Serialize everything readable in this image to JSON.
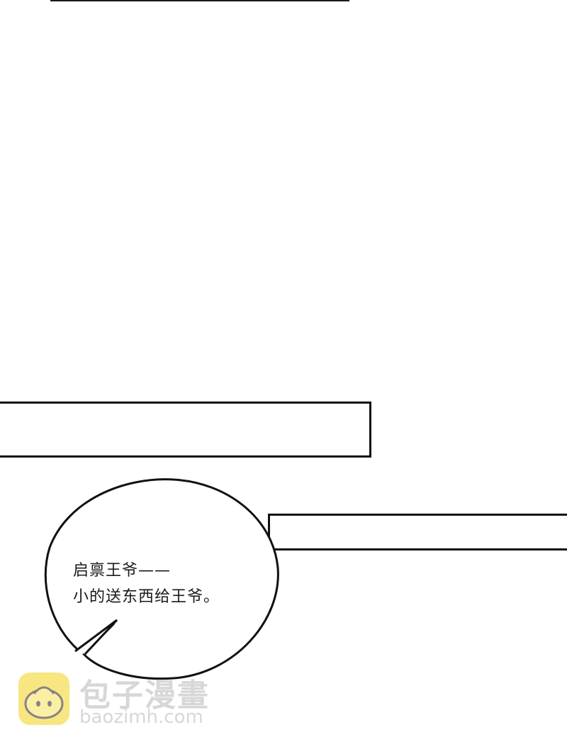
{
  "bubble": {
    "line1": "启禀王爷——",
    "line2": "小的送东西给王爷。"
  },
  "watermark": {
    "title": "包子漫畫",
    "url": "baozimh.com",
    "logo_icon": "bun-mascot-icon",
    "logo_color": "#f4d21c"
  }
}
